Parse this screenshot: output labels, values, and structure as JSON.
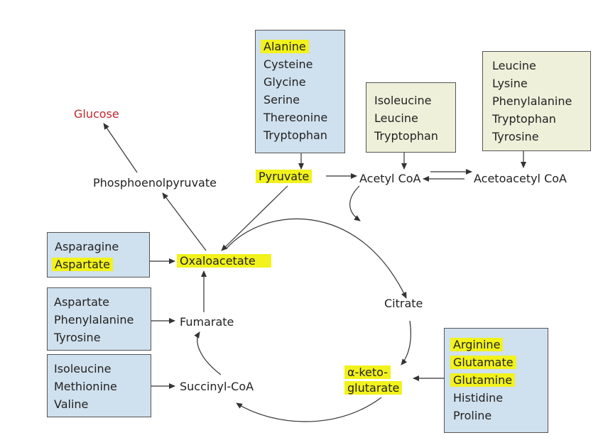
{
  "boxes": {
    "top_center": [
      "Alanine",
      "Cysteine",
      "Glycine",
      "Serine",
      "Thereonine",
      "Tryptophan"
    ],
    "acetyl_source": [
      "Isoleucine",
      "Leucine",
      "Tryptophan"
    ],
    "acetoacetyl_source": [
      "Leucine",
      "Lysine",
      "Phenylalanine",
      "Tryptophan",
      "Tyrosine"
    ],
    "oxaloacetate_source": [
      "Asparagine",
      "Aspartate"
    ],
    "fumarate_source": [
      "Aspartate",
      "Phenylalanine",
      "Tyrosine"
    ],
    "succinyl_source": [
      "Isoleucine",
      "Methionine",
      "Valine"
    ],
    "ketoglutarate_source": [
      "Arginine",
      "Glutamate",
      "Glutamine",
      "Histidine",
      "Proline"
    ]
  },
  "nodes": {
    "glucose": "Glucose",
    "pep": "Phosphoenolpyruvate",
    "pyruvate": "Pyruvate",
    "acetyl_coa": "Acetyl CoA",
    "acetoacetyl_coa": "Acetoacetyl CoA",
    "oxaloacetate": "Oxaloacetate",
    "citrate": "Citrate",
    "ketoglutarate_1": "α-keto-",
    "ketoglutarate_2": "glutarate",
    "fumarate": "Fumarate",
    "succinyl_coa": "Succinyl-CoA"
  },
  "colors": {
    "highlight": "#f2f21c",
    "blue_box": "#cfe0ee",
    "beige_box": "#eef0da",
    "glucose_text": "#c0272d",
    "arrow": "#333333"
  }
}
